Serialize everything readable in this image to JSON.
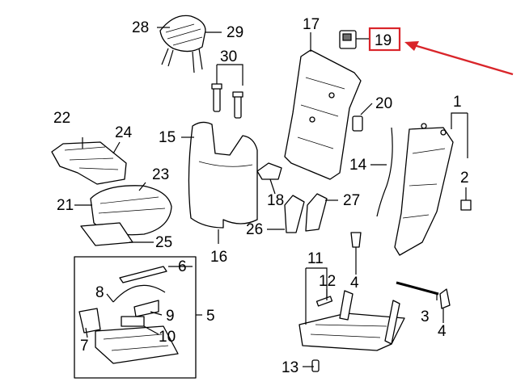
{
  "diagram": {
    "callouts": [
      {
        "id": "c1",
        "label": "1"
      },
      {
        "id": "c2",
        "label": "2"
      },
      {
        "id": "c3",
        "label": "3"
      },
      {
        "id": "c4a",
        "label": "4"
      },
      {
        "id": "c4b",
        "label": "4"
      },
      {
        "id": "c5",
        "label": "5"
      },
      {
        "id": "c6",
        "label": "6"
      },
      {
        "id": "c7",
        "label": "7"
      },
      {
        "id": "c8",
        "label": "8"
      },
      {
        "id": "c9",
        "label": "9"
      },
      {
        "id": "c10",
        "label": "10"
      },
      {
        "id": "c11",
        "label": "11"
      },
      {
        "id": "c12",
        "label": "12"
      },
      {
        "id": "c13",
        "label": "13"
      },
      {
        "id": "c14",
        "label": "14"
      },
      {
        "id": "c15",
        "label": "15"
      },
      {
        "id": "c16",
        "label": "16"
      },
      {
        "id": "c17",
        "label": "17"
      },
      {
        "id": "c18",
        "label": "18"
      },
      {
        "id": "c19",
        "label": "19"
      },
      {
        "id": "c20",
        "label": "20"
      },
      {
        "id": "c21",
        "label": "21"
      },
      {
        "id": "c22",
        "label": "22"
      },
      {
        "id": "c23",
        "label": "23"
      },
      {
        "id": "c24",
        "label": "24"
      },
      {
        "id": "c25",
        "label": "25"
      },
      {
        "id": "c26",
        "label": "26"
      },
      {
        "id": "c27",
        "label": "27"
      },
      {
        "id": "c28",
        "label": "28"
      },
      {
        "id": "c29",
        "label": "29"
      },
      {
        "id": "c30",
        "label": "30"
      }
    ],
    "highlight": {
      "label": "19",
      "color": "#d9252a"
    }
  }
}
